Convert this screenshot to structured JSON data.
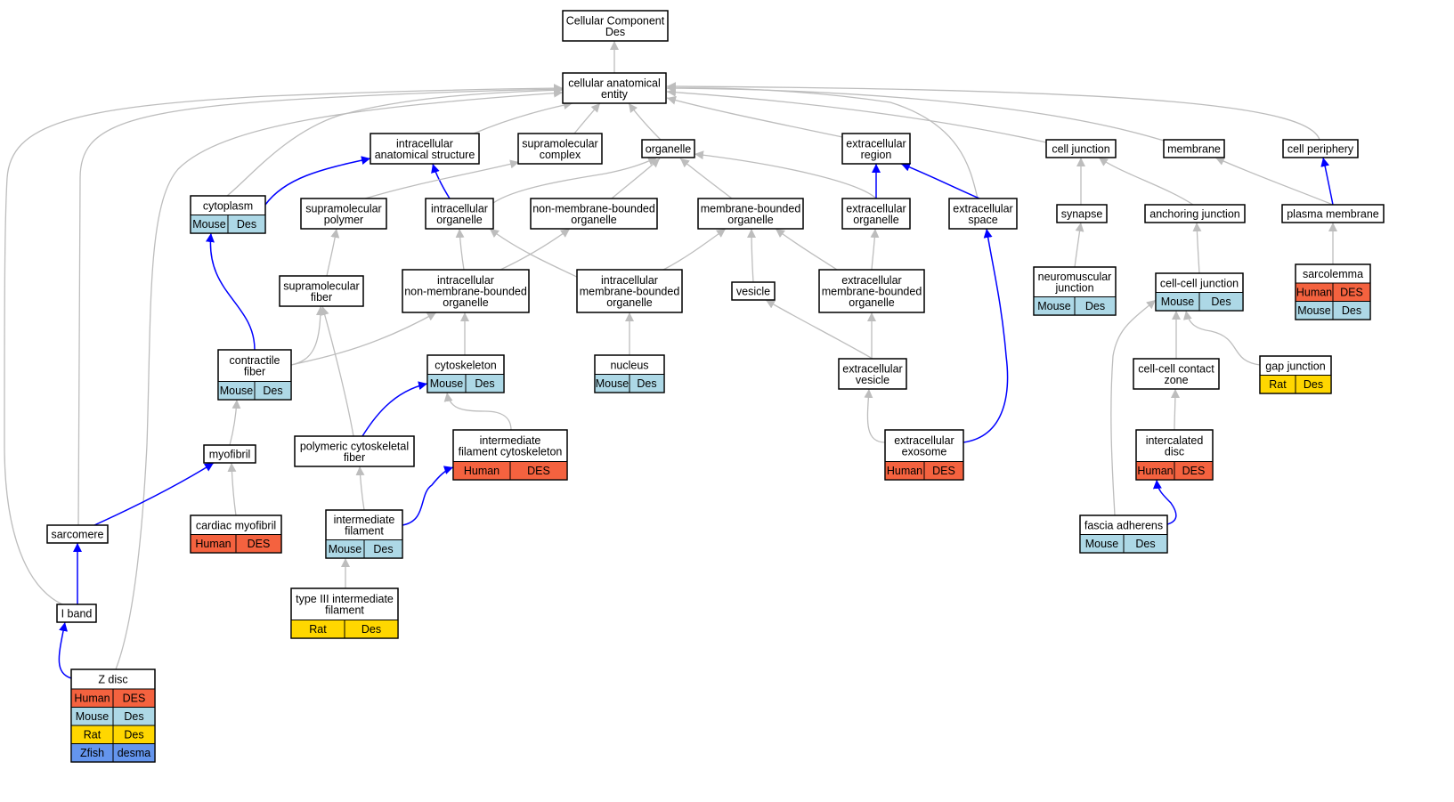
{
  "colors": {
    "gray_edge": "#bdbdbd",
    "blue_edge": "#0000ff",
    "Human": "#f4623f",
    "Mouse": "#add8e6",
    "Rat": "#ffd700",
    "Zfish": "#6495ed"
  },
  "nodes": [
    {
      "id": "cc",
      "lines": [
        "Cellular Component",
        "Des"
      ]
    },
    {
      "id": "cae",
      "lines": [
        "cellular anatomical",
        "entity"
      ]
    },
    {
      "id": "ias",
      "lines": [
        "intracellular",
        "anatomical structure"
      ]
    },
    {
      "id": "smc",
      "lines": [
        "supramolecular",
        "complex"
      ]
    },
    {
      "id": "org",
      "lines": [
        "organelle"
      ]
    },
    {
      "id": "ecr",
      "lines": [
        "extracellular",
        "region"
      ]
    },
    {
      "id": "cj",
      "lines": [
        "cell junction"
      ]
    },
    {
      "id": "mem",
      "lines": [
        "membrane"
      ]
    },
    {
      "id": "cp",
      "lines": [
        "cell periphery"
      ]
    },
    {
      "id": "cyto",
      "lines": [
        "cytoplasm"
      ],
      "rows": [
        [
          "Mouse",
          "Des"
        ]
      ]
    },
    {
      "id": "smp",
      "lines": [
        "supramolecular",
        "polymer"
      ]
    },
    {
      "id": "io",
      "lines": [
        "intracellular",
        "organelle"
      ]
    },
    {
      "id": "nmbo",
      "lines": [
        "non-membrane-bounded",
        "organelle"
      ]
    },
    {
      "id": "mbo",
      "lines": [
        "membrane-bounded",
        "organelle"
      ]
    },
    {
      "id": "eco",
      "lines": [
        "extracellular",
        "organelle"
      ]
    },
    {
      "id": "ecs",
      "lines": [
        "extracellular",
        "space"
      ]
    },
    {
      "id": "syn",
      "lines": [
        "synapse"
      ]
    },
    {
      "id": "aj",
      "lines": [
        "anchoring junction"
      ]
    },
    {
      "id": "pm",
      "lines": [
        "plasma membrane"
      ]
    },
    {
      "id": "smf",
      "lines": [
        "supramolecular",
        "fiber"
      ]
    },
    {
      "id": "inmbo",
      "lines": [
        "intracellular",
        "non-membrane-bounded",
        "organelle"
      ]
    },
    {
      "id": "imbo",
      "lines": [
        "intracellular",
        "membrane-bounded",
        "organelle"
      ]
    },
    {
      "id": "ves",
      "lines": [
        "vesicle"
      ]
    },
    {
      "id": "embo",
      "lines": [
        "extracellular",
        "membrane-bounded",
        "organelle"
      ]
    },
    {
      "id": "nmj",
      "lines": [
        "neuromuscular",
        "junction"
      ],
      "rows": [
        [
          "Mouse",
          "Des"
        ]
      ]
    },
    {
      "id": "ccj",
      "lines": [
        "cell-cell junction"
      ],
      "rows": [
        [
          "Mouse",
          "Des"
        ]
      ]
    },
    {
      "id": "sarl",
      "lines": [
        "sarcolemma"
      ],
      "rows": [
        [
          "Human",
          "DES"
        ],
        [
          "Mouse",
          "Des"
        ]
      ]
    },
    {
      "id": "cf",
      "lines": [
        "contractile",
        "fiber"
      ],
      "rows": [
        [
          "Mouse",
          "Des"
        ]
      ]
    },
    {
      "id": "csk",
      "lines": [
        "cytoskeleton"
      ],
      "rows": [
        [
          "Mouse",
          "Des"
        ]
      ]
    },
    {
      "id": "nuc",
      "lines": [
        "nucleus"
      ],
      "rows": [
        [
          "Mouse",
          "Des"
        ]
      ]
    },
    {
      "id": "ecv",
      "lines": [
        "extracellular",
        "vesicle"
      ]
    },
    {
      "id": "cccz",
      "lines": [
        "cell-cell contact",
        "zone"
      ]
    },
    {
      "id": "gj",
      "lines": [
        "gap junction"
      ],
      "rows": [
        [
          "Rat",
          "Des"
        ]
      ]
    },
    {
      "id": "myo",
      "lines": [
        "myofibril"
      ]
    },
    {
      "id": "pcf",
      "lines": [
        "polymeric cytoskeletal",
        "fiber"
      ]
    },
    {
      "id": "ifc",
      "lines": [
        "intermediate",
        "filament cytoskeleton"
      ],
      "rows": [
        [
          "Human",
          "DES"
        ]
      ]
    },
    {
      "id": "exo",
      "lines": [
        "extracellular",
        "exosome"
      ],
      "rows": [
        [
          "Human",
          "DES"
        ]
      ]
    },
    {
      "id": "icd",
      "lines": [
        "intercalated",
        "disc"
      ],
      "rows": [
        [
          "Human",
          "DES"
        ]
      ]
    },
    {
      "id": "cmf",
      "lines": [
        "cardiac myofibril"
      ],
      "rows": [
        [
          "Human",
          "DES"
        ]
      ]
    },
    {
      "id": "sarc",
      "lines": [
        "sarcomere"
      ]
    },
    {
      "id": "if",
      "lines": [
        "intermediate",
        "filament"
      ],
      "rows": [
        [
          "Mouse",
          "Des"
        ]
      ]
    },
    {
      "id": "fa",
      "lines": [
        "fascia adherens"
      ],
      "rows": [
        [
          "Mouse",
          "Des"
        ]
      ]
    },
    {
      "id": "iband",
      "lines": [
        "I band"
      ]
    },
    {
      "id": "t3if",
      "lines": [
        "type III intermediate",
        "filament"
      ],
      "rows": [
        [
          "Rat",
          "Des"
        ]
      ]
    },
    {
      "id": "zdisc",
      "lines": [
        "Z disc"
      ],
      "rows": [
        [
          "Human",
          "DES"
        ],
        [
          "Mouse",
          "Des"
        ],
        [
          "Rat",
          "Des"
        ],
        [
          "Zfish",
          "desma"
        ]
      ]
    }
  ],
  "edges": [
    {
      "from": "cae",
      "to": "cc",
      "type": "is_a"
    },
    {
      "from": "ias",
      "to": "cae",
      "type": "is_a"
    },
    {
      "from": "smc",
      "to": "cae",
      "type": "is_a"
    },
    {
      "from": "org",
      "to": "cae",
      "type": "is_a"
    },
    {
      "from": "ecr",
      "to": "cae",
      "type": "is_a"
    },
    {
      "from": "cj",
      "to": "cae",
      "type": "is_a"
    },
    {
      "from": "mem",
      "to": "cae",
      "type": "is_a"
    },
    {
      "from": "cp",
      "to": "cae",
      "type": "is_a"
    },
    {
      "from": "cyto",
      "to": "cae",
      "type": "is_a"
    },
    {
      "from": "ecs",
      "to": "cae",
      "type": "is_a"
    },
    {
      "from": "sarc",
      "to": "cae",
      "type": "is_a"
    },
    {
      "from": "iband",
      "to": "cae",
      "type": "is_a"
    },
    {
      "from": "zdisc",
      "to": "cae",
      "type": "is_a"
    },
    {
      "from": "cyto",
      "to": "ias",
      "type": "part_of"
    },
    {
      "from": "io",
      "to": "ias",
      "type": "part_of"
    },
    {
      "from": "smp",
      "to": "smc",
      "type": "is_a"
    },
    {
      "from": "io",
      "to": "org",
      "type": "is_a"
    },
    {
      "from": "nmbo",
      "to": "org",
      "type": "is_a"
    },
    {
      "from": "mbo",
      "to": "org",
      "type": "is_a"
    },
    {
      "from": "eco",
      "to": "org",
      "type": "is_a"
    },
    {
      "from": "eco",
      "to": "ecr",
      "type": "part_of"
    },
    {
      "from": "ecs",
      "to": "ecr",
      "type": "part_of"
    },
    {
      "from": "syn",
      "to": "cj",
      "type": "is_a"
    },
    {
      "from": "aj",
      "to": "cj",
      "type": "is_a"
    },
    {
      "from": "pm",
      "to": "mem",
      "type": "is_a"
    },
    {
      "from": "pm",
      "to": "cp",
      "type": "part_of"
    },
    {
      "from": "smf",
      "to": "smp",
      "type": "is_a"
    },
    {
      "from": "inmbo",
      "to": "io",
      "type": "is_a"
    },
    {
      "from": "imbo",
      "to": "io",
      "type": "is_a"
    },
    {
      "from": "inmbo",
      "to": "nmbo",
      "type": "is_a"
    },
    {
      "from": "imbo",
      "to": "mbo",
      "type": "is_a"
    },
    {
      "from": "ves",
      "to": "mbo",
      "type": "is_a"
    },
    {
      "from": "embo",
      "to": "mbo",
      "type": "is_a"
    },
    {
      "from": "embo",
      "to": "eco",
      "type": "is_a"
    },
    {
      "from": "nmj",
      "to": "syn",
      "type": "is_a"
    },
    {
      "from": "ccj",
      "to": "aj",
      "type": "is_a"
    },
    {
      "from": "sarl",
      "to": "pm",
      "type": "is_a"
    },
    {
      "from": "cf",
      "to": "cyto",
      "type": "part_of"
    },
    {
      "from": "cf",
      "to": "smf",
      "type": "is_a"
    },
    {
      "from": "cf",
      "to": "inmbo",
      "type": "is_a"
    },
    {
      "from": "csk",
      "to": "inmbo",
      "type": "is_a"
    },
    {
      "from": "nuc",
      "to": "imbo",
      "type": "is_a"
    },
    {
      "from": "ecv",
      "to": "ves",
      "type": "is_a"
    },
    {
      "from": "ecv",
      "to": "embo",
      "type": "is_a"
    },
    {
      "from": "cccz",
      "to": "ccj",
      "type": "is_a"
    },
    {
      "from": "gj",
      "to": "ccj",
      "type": "is_a"
    },
    {
      "from": "fa",
      "to": "ccj",
      "type": "is_a"
    },
    {
      "from": "myo",
      "to": "cf",
      "type": "is_a"
    },
    {
      "from": "pcf",
      "to": "smf",
      "type": "is_a"
    },
    {
      "from": "pcf",
      "to": "csk",
      "type": "part_of"
    },
    {
      "from": "ifc",
      "to": "csk",
      "type": "is_a"
    },
    {
      "from": "exo",
      "to": "ecv",
      "type": "is_a"
    },
    {
      "from": "exo",
      "to": "ecs",
      "type": "part_of"
    },
    {
      "from": "icd",
      "to": "cccz",
      "type": "is_a"
    },
    {
      "from": "fa",
      "to": "icd",
      "type": "part_of"
    },
    {
      "from": "cmf",
      "to": "myo",
      "type": "is_a"
    },
    {
      "from": "sarc",
      "to": "myo",
      "type": "part_of"
    },
    {
      "from": "if",
      "to": "pcf",
      "type": "is_a"
    },
    {
      "from": "if",
      "to": "ifc",
      "type": "part_of"
    },
    {
      "from": "iband",
      "to": "sarc",
      "type": "part_of"
    },
    {
      "from": "zdisc",
      "to": "iband",
      "type": "part_of"
    },
    {
      "from": "t3if",
      "to": "if",
      "type": "is_a"
    }
  ]
}
